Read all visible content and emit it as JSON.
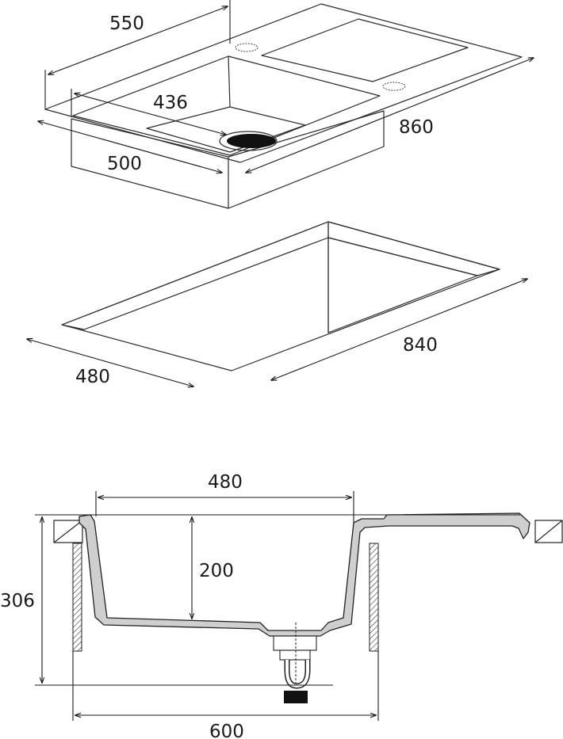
{
  "colors": {
    "line": "#1a1a1a",
    "top_surface": "#f4f4f4",
    "bowl_wall": "#c4c4c4",
    "bowl_floor": "#d3d3d3",
    "body_front": "#c6c6c6",
    "cutout_wall": "#c4c4c4",
    "drain": "#111111"
  },
  "top_view": {
    "dim_overall_width": "550",
    "dim_bowl_inner": "436",
    "dim_bowl_outer": "500",
    "dim_overall_length": "860"
  },
  "cutout_view": {
    "dim_length": "840",
    "dim_width": "480"
  },
  "section_view": {
    "dim_bowl_width": "480",
    "dim_bowl_depth": "200",
    "dim_total_height": "306",
    "dim_cabinet_width": "600"
  }
}
